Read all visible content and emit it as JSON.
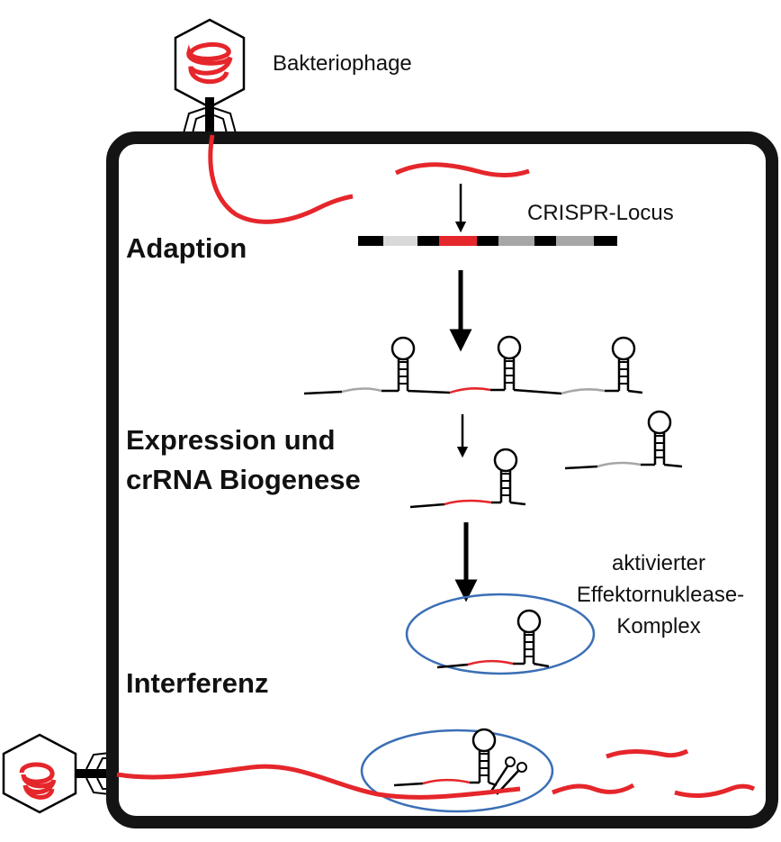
{
  "labels": {
    "phage": "Bakteriophage",
    "locus": "CRISPR-Locus",
    "adaption": "Adaption",
    "expression_line1": "Expression und",
    "expression_line2": "crRNA Biogenese",
    "complex_line1": "aktivierter",
    "complex_line2": "Effektornuklease-",
    "complex_line3": "Komplex",
    "interference": "Interferenz"
  },
  "colors": {
    "dna_red": "#e5262b",
    "cell_wall": "#141414",
    "spacer_gray": "#a6a6a6",
    "repeat_black": "#000000",
    "complex_outline": "#3b6fb6"
  },
  "icons": [
    "phage-icon",
    "scissors-icon",
    "hairpin-icon"
  ]
}
